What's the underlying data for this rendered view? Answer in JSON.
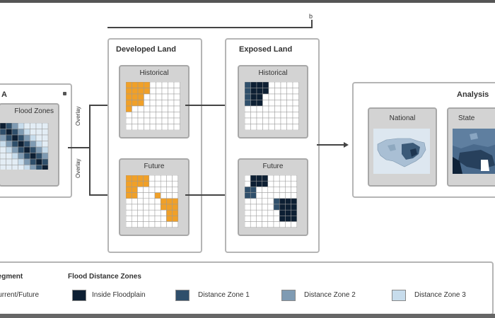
{
  "bracket_label": "b",
  "input_panel": {
    "title": "A",
    "card_title": "Flood Zones",
    "overlay_top": "Overlay",
    "overlay_bottom": "Overlay"
  },
  "developed_panel": {
    "title": "Developed Land",
    "cards": [
      {
        "title": "Historical"
      },
      {
        "title": "Future"
      }
    ]
  },
  "exposed_panel": {
    "title": "Exposed Land",
    "cards": [
      {
        "title": "Historical"
      },
      {
        "title": "Future"
      }
    ]
  },
  "analysis_panel": {
    "title": "Analysis",
    "cards": [
      {
        "title": "National"
      },
      {
        "title": "State"
      }
    ]
  },
  "legend": {
    "segment_heading": "Segment",
    "segment_item": "Current/Future",
    "zones_heading": "Flood Distance Zones",
    "items": [
      {
        "label": "Inside Floodplain",
        "color": "#0d1f33"
      },
      {
        "label": "Distance Zone 1",
        "color": "#2f4f6b"
      },
      {
        "label": "Distance Zone 2",
        "color": "#7f9bb3"
      },
      {
        "label": "Distance Zone 3",
        "color": "#c7dcec"
      }
    ]
  },
  "colors": {
    "developed": "#f0a028",
    "grid_bg": "#ffffff",
    "grid_line": "#9a9a9a"
  }
}
